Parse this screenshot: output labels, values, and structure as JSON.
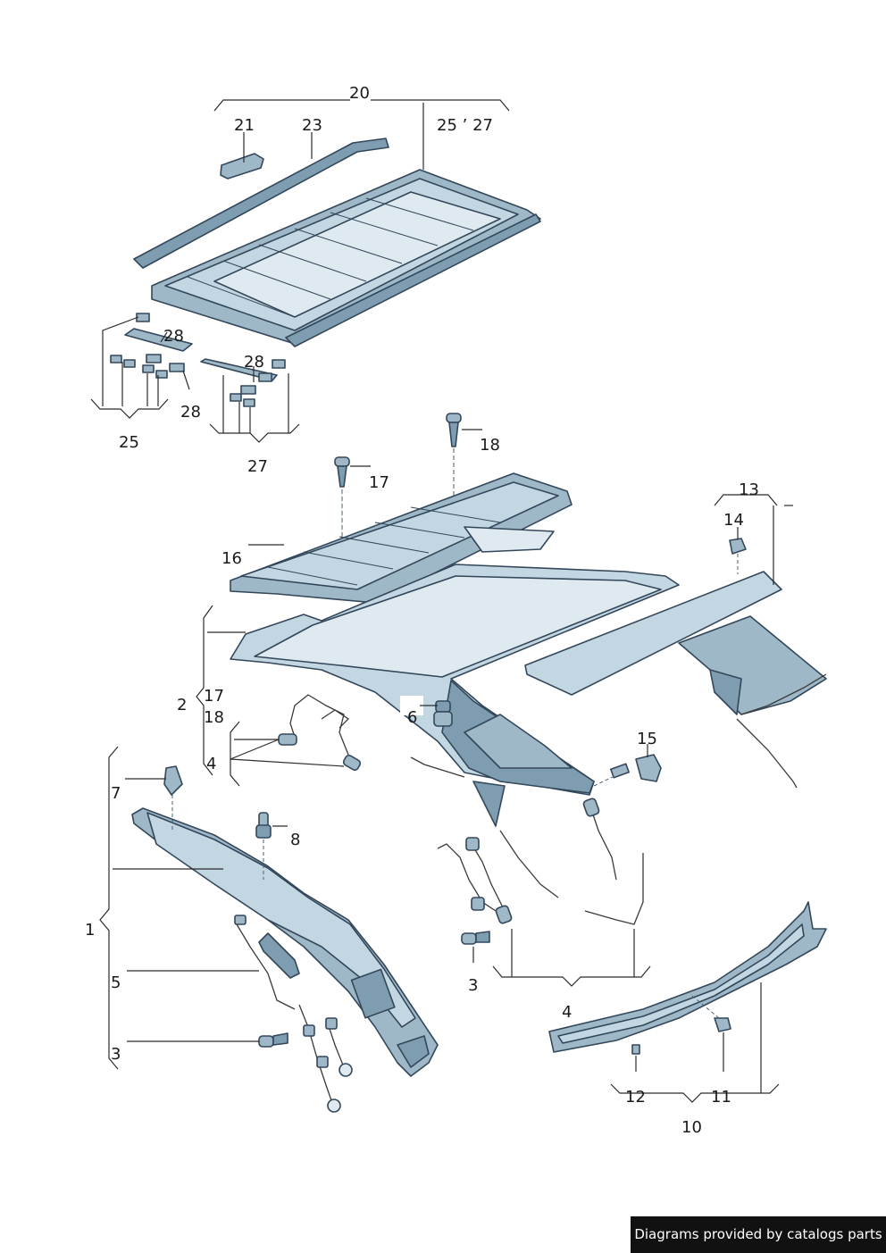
{
  "labels": {
    "l20": "20",
    "l21": "21",
    "l23": "23",
    "l25_27": "25 ’ 27",
    "l28a": "28",
    "l28b": "28",
    "l28c": "28",
    "l25": "25",
    "l27": "27",
    "l18a": "18",
    "l17a": "17",
    "l16": "16",
    "l13": "13",
    "l14": "14",
    "l2": "2",
    "l17b": "17",
    "l18b": "18",
    "l6": "6",
    "l4a": "4",
    "l15": "15",
    "l7": "7",
    "l8": "8",
    "l1": "1",
    "l5": "5",
    "l3a": "3",
    "l3b": "3",
    "l4b": "4",
    "l12": "12",
    "l11": "11",
    "l10": "10"
  },
  "footer": {
    "text": "Diagrams provided by catalogs parts"
  }
}
